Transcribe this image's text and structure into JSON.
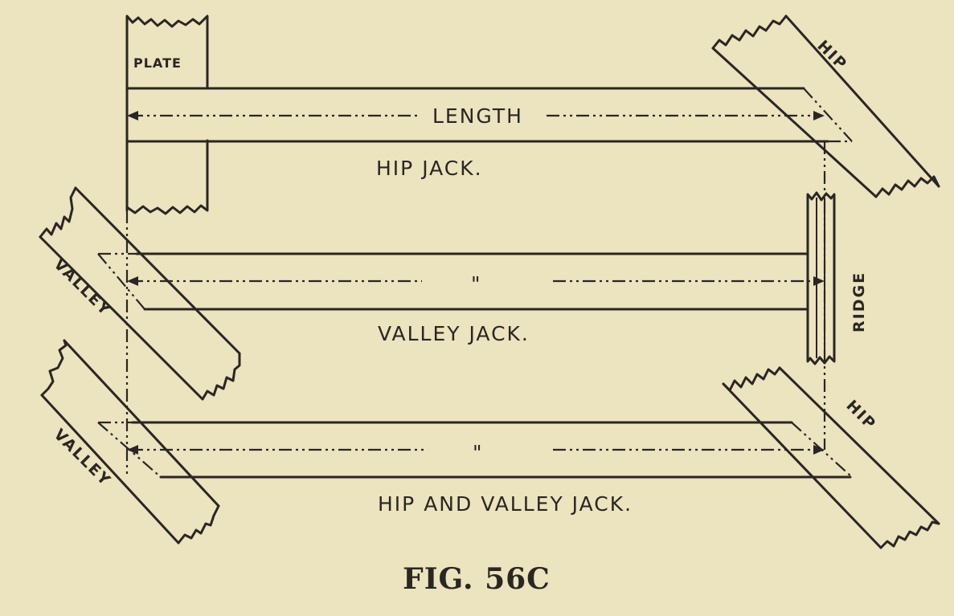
{
  "figure": {
    "caption": "FIG. 56C",
    "labels": {
      "plate": "PLATE",
      "hip_top": "HIP",
      "hip_bottom": "HIP",
      "ridge": "RIDGE",
      "valley_upper": "VALLEY",
      "valley_lower": "VALLEY",
      "length": "LENGTH",
      "ditto_row2": "\"",
      "ditto_row3": "\""
    },
    "jacks": [
      {
        "name": "HIP JACK."
      },
      {
        "name": "VALLEY JACK."
      },
      {
        "name": "HIP AND VALLEY JACK."
      }
    ]
  }
}
